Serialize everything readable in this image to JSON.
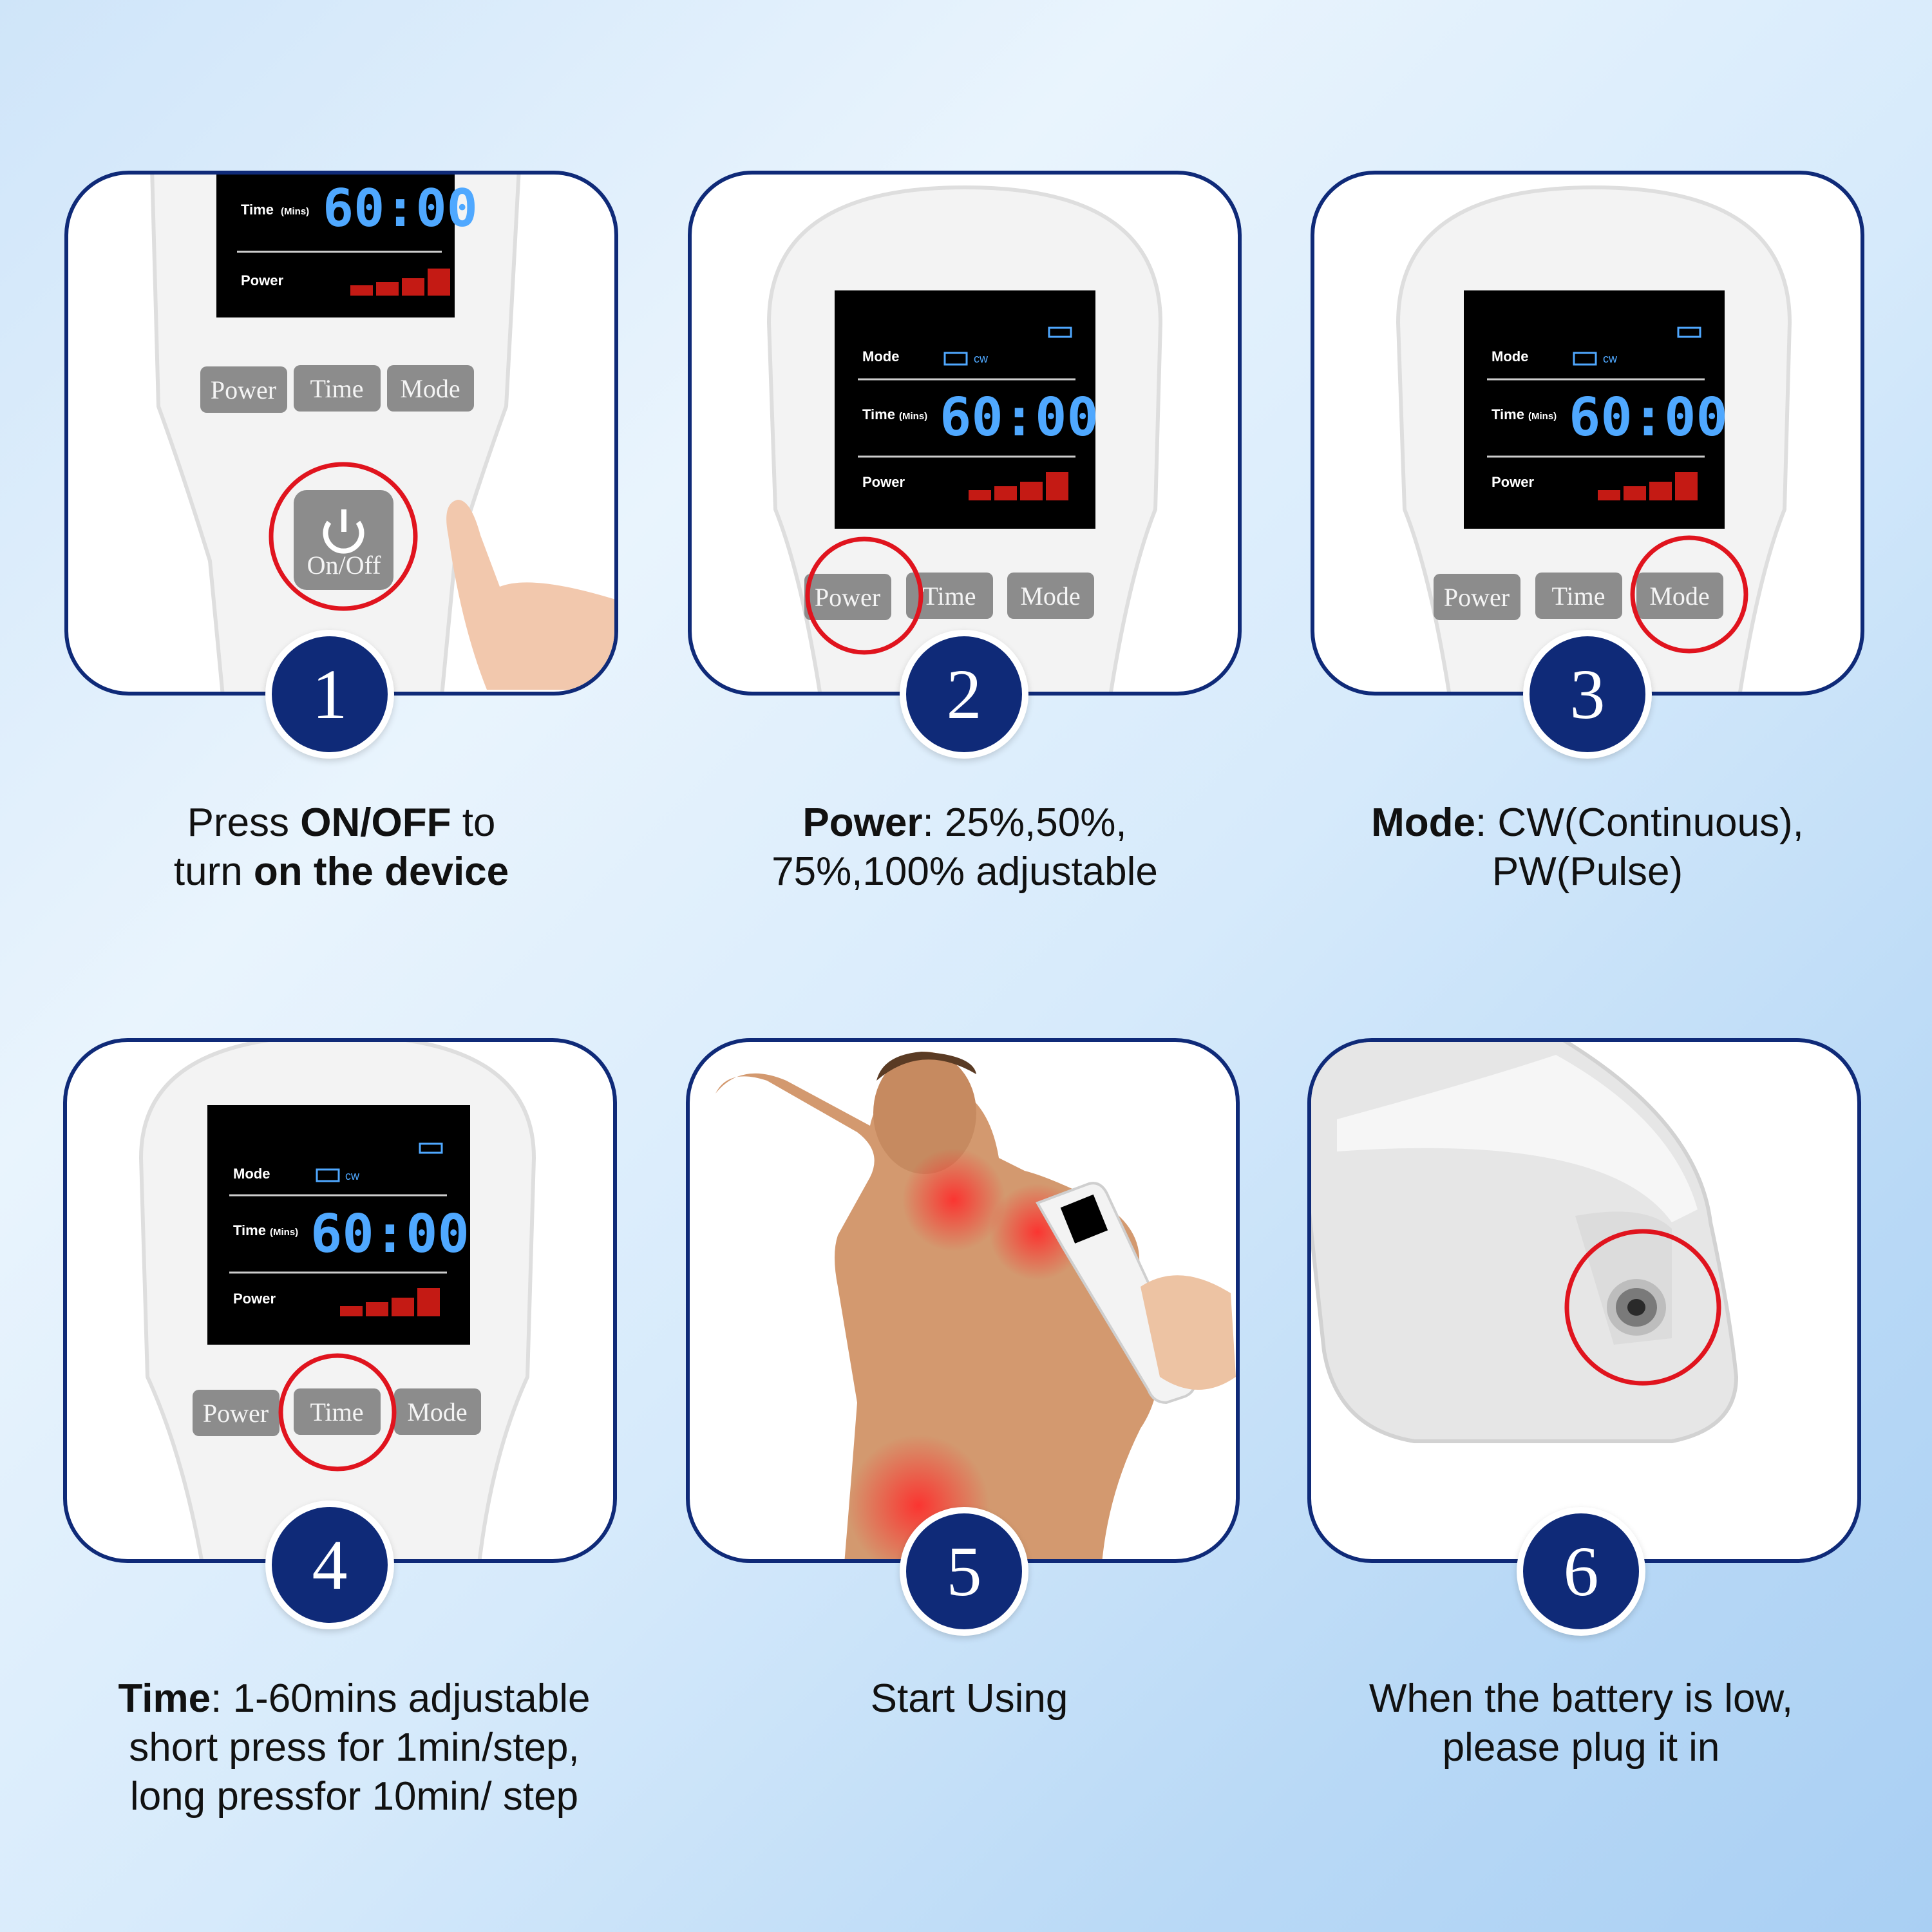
{
  "device": {
    "buttons": {
      "power": "Power",
      "time": "Time",
      "mode": "Mode",
      "onoff": "On/Off"
    },
    "lcd": {
      "mode_label": "Mode",
      "mode_value": "cw",
      "time_label": "Time",
      "time_unit": "(Mins)",
      "time_value": "60:00",
      "power_label": "Power"
    }
  },
  "steps": [
    {
      "number": "1",
      "caption_html": "Press <b>ON/OFF</b> to<br>turn <b>on the device</b>"
    },
    {
      "number": "2",
      "caption_html": "<b>Power</b>: 25%,50%,<br>75%,100% adjustable"
    },
    {
      "number": "3",
      "caption_html": "<b>Mode</b>: CW(Continuous),<br>PW(Pulse)"
    },
    {
      "number": "4",
      "caption_html": "<b>Time</b>: 1-60mins adjustable<br>short press for 1min/step,<br>long pressfor 10min/ step"
    },
    {
      "number": "5",
      "caption_html": "Start Using"
    },
    {
      "number": "6",
      "caption_html": "When the battery is low,<br>please plug it in"
    }
  ],
  "colors": {
    "frame": "#0f2a78",
    "highlight": "#e0141e",
    "digits": "#4fa8ff",
    "button": "#8c8c8c"
  }
}
